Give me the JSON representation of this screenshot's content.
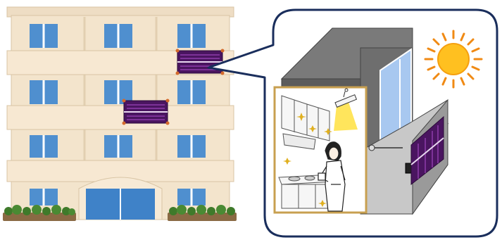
{
  "figure": {
    "building": {
      "floors": 4,
      "windows_per_floor": 3,
      "installed_panels": 2
    },
    "callout": {
      "scene": "balcony-with-solar-panel",
      "inset": "kitchen-interior"
    },
    "colors": {
      "wall": "#f3e4cc",
      "balcony": "#f7e8d2",
      "window": "#4f8fcf",
      "solar_panel": "#4a1560",
      "solar_cell_line": "#b04fd0",
      "panel_mount": "#d46a2c",
      "entrance_door": "#3f82c8",
      "shrub": "#3f7a2a",
      "callout_border": "#1a2e5c",
      "callout_fill": "#ffffff",
      "concrete_dark": "#6e6e6e",
      "concrete_mid": "#9a9a9a",
      "concrete_light": "#c8c8c8",
      "sun": "#ffc020",
      "sun_ray": "#f08a14",
      "lamp_glow": "#ffe24a",
      "glass": "#a8c8f0"
    },
    "icons": [
      "sun-icon",
      "solar-panel-icon",
      "ceiling-light-icon",
      "person-figure-icon"
    ]
  }
}
